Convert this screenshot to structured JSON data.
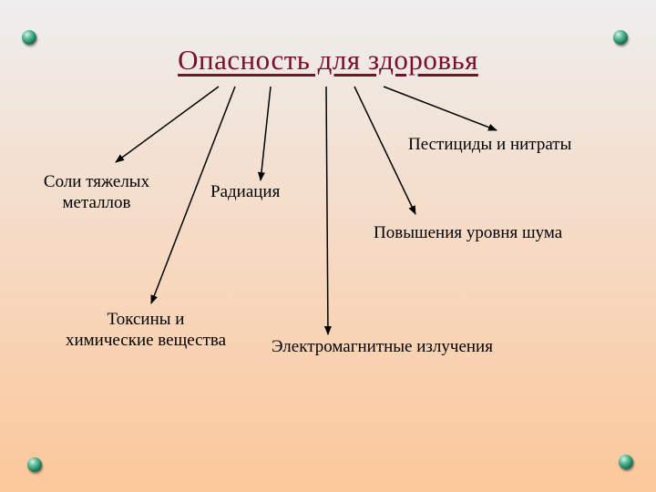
{
  "title": "Опасность для здоровья",
  "nodes": {
    "pesticides": "Пестициды и нитраты",
    "heavy_metals_1": "Соли тяжелых",
    "heavy_metals_2": "металлов",
    "radiation": "Радиация",
    "noise": "Повышения уровня шума",
    "toxins_1": "Токсины и",
    "toxins_2": "химические вещества",
    "electromagnetic": "Электромагнитные излучения"
  },
  "colors": {
    "title": "#7a1027",
    "arrow": "#000000",
    "bullet": "#137250"
  },
  "icons": [
    "bullet-gem-icon"
  ]
}
